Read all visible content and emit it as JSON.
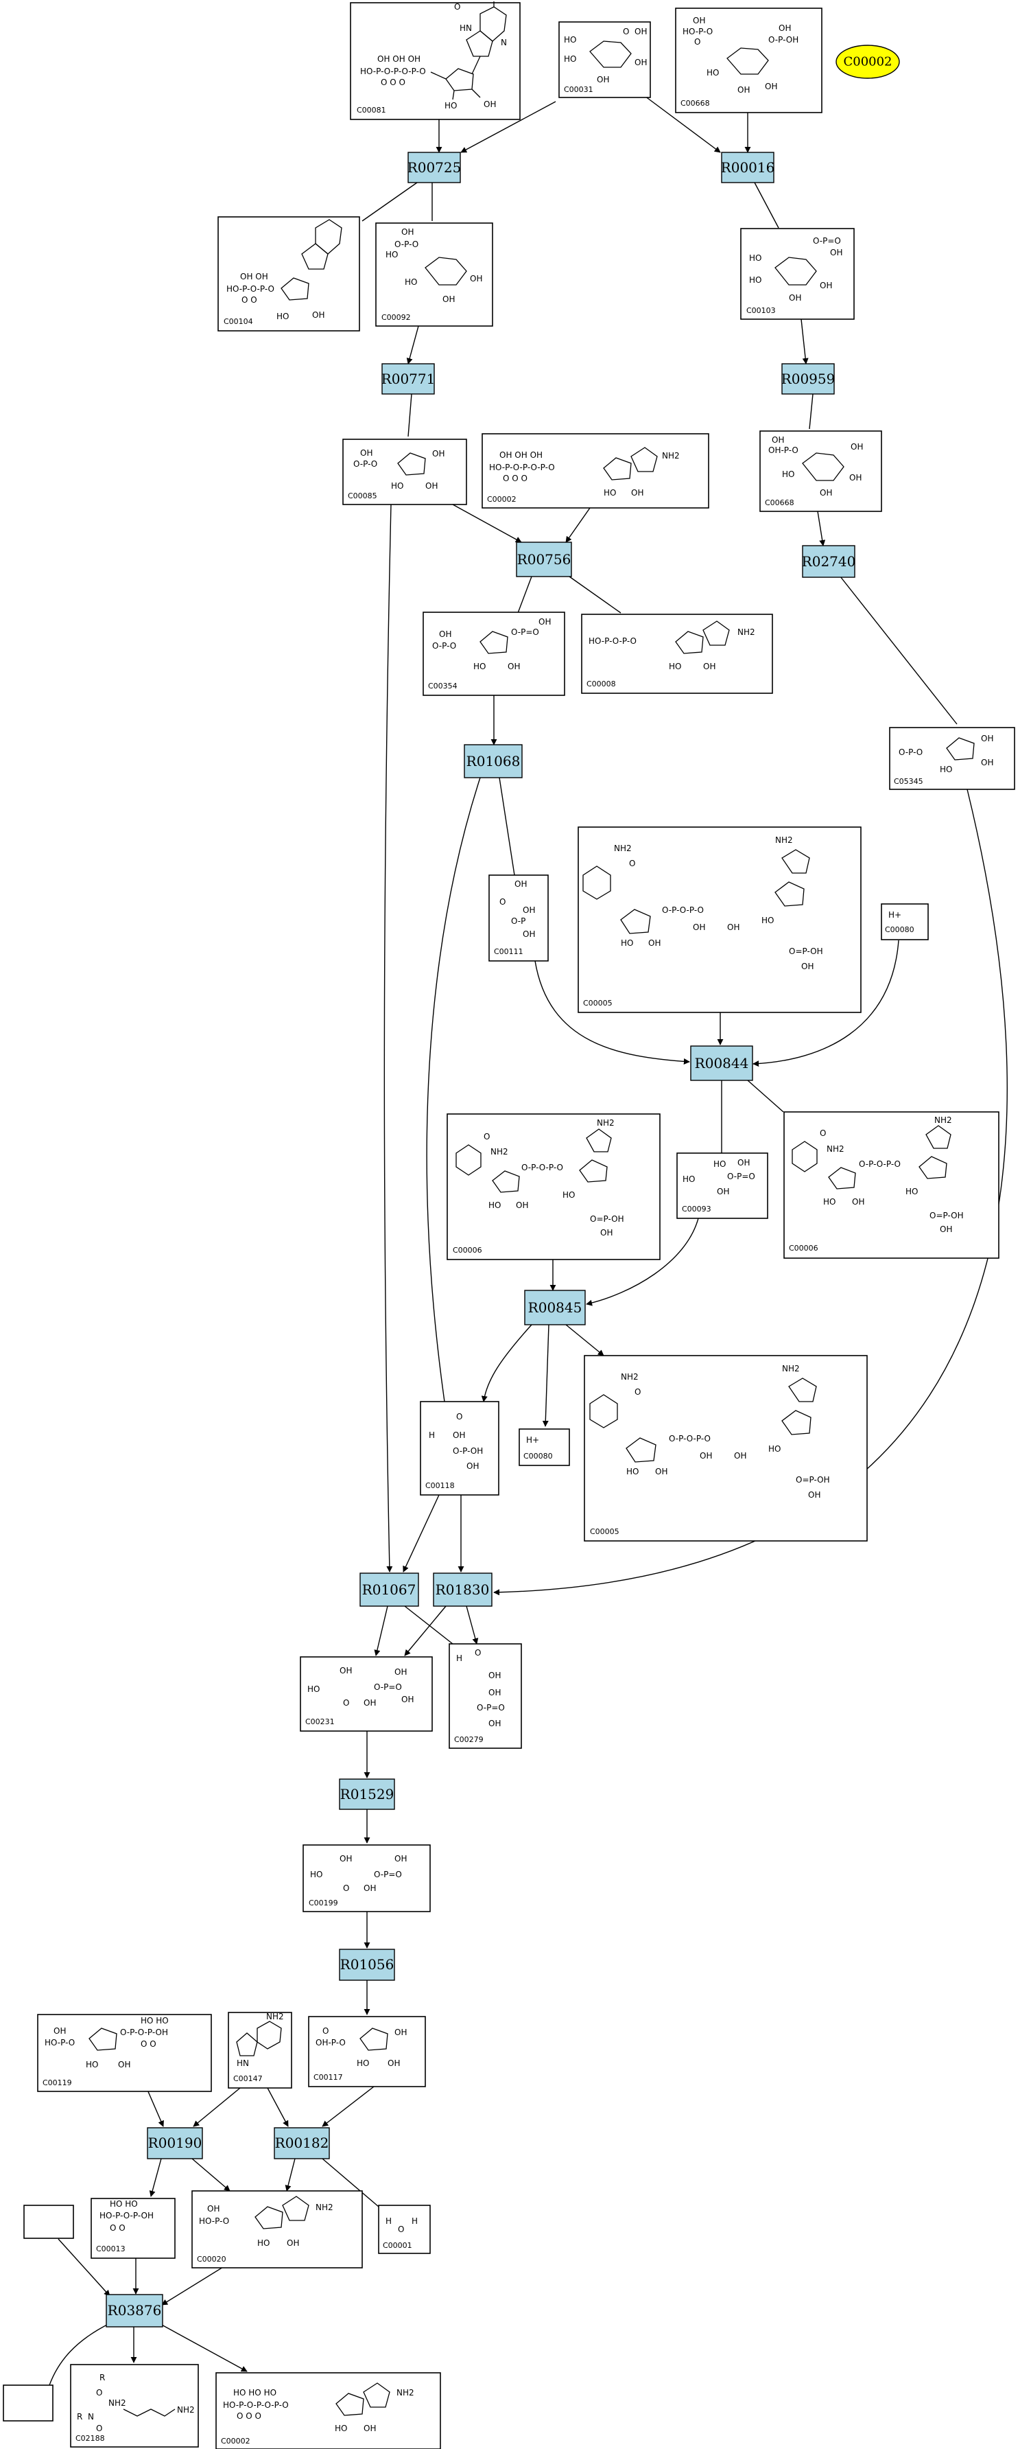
{
  "compounds": [
    {
      "id": "c1",
      "label": "C00081"
    },
    {
      "id": "c2",
      "label": "C00031"
    },
    {
      "id": "c3",
      "label": "C00668"
    },
    {
      "id": "c4",
      "label": "C00104"
    },
    {
      "id": "c5",
      "label": "C00092"
    },
    {
      "id": "c6",
      "label": "C00103"
    },
    {
      "id": "c7",
      "label": "C00085"
    },
    {
      "id": "c8",
      "label": "C00002"
    },
    {
      "id": "c9",
      "label": "C00668"
    },
    {
      "id": "c10",
      "label": "C00354"
    },
    {
      "id": "c11",
      "label": "C00008"
    },
    {
      "id": "c12",
      "label": "C05345"
    },
    {
      "id": "c13",
      "label": "C00111"
    },
    {
      "id": "c14",
      "label": "C00005"
    },
    {
      "id": "c15",
      "label": "C00080"
    },
    {
      "id": "c16",
      "label": "C00006"
    },
    {
      "id": "c17",
      "label": "C00093"
    },
    {
      "id": "c18",
      "label": "C00006"
    },
    {
      "id": "c19",
      "label": "C00118"
    },
    {
      "id": "c20",
      "label": "C00080"
    },
    {
      "id": "c21",
      "label": "C00005"
    },
    {
      "id": "c22",
      "label": "C00231"
    },
    {
      "id": "c23",
      "label": "C00279"
    },
    {
      "id": "c24",
      "label": "C00199"
    },
    {
      "id": "c25",
      "label": "C00119"
    },
    {
      "id": "c26",
      "label": "C00147"
    },
    {
      "id": "c27",
      "label": "C00117"
    },
    {
      "id": "c28",
      "label": "C00013"
    },
    {
      "id": "c29",
      "label": "C00020"
    },
    {
      "id": "c30",
      "label": "C00001"
    },
    {
      "id": "c31",
      "label": ""
    },
    {
      "id": "c32",
      "label": ""
    },
    {
      "id": "c33",
      "label": "C02188"
    },
    {
      "id": "c34",
      "label": "C00002"
    }
  ],
  "reactions": [
    {
      "id": "r1",
      "label": "R00725"
    },
    {
      "id": "r2",
      "label": "R00016"
    },
    {
      "id": "r3",
      "label": "R00771"
    },
    {
      "id": "r4",
      "label": "R00959"
    },
    {
      "id": "r5",
      "label": "R00756"
    },
    {
      "id": "r6",
      "label": "R02740"
    },
    {
      "id": "r7",
      "label": "R01068"
    },
    {
      "id": "r8",
      "label": "R00844"
    },
    {
      "id": "r9",
      "label": "R00845"
    },
    {
      "id": "r10",
      "label": "R01067"
    },
    {
      "id": "r11",
      "label": "R01830"
    },
    {
      "id": "r12",
      "label": "R01529"
    },
    {
      "id": "r13",
      "label": "R01056"
    },
    {
      "id": "r14",
      "label": "R00190"
    },
    {
      "id": "r15",
      "label": "R00182"
    },
    {
      "id": "r16",
      "label": "R03876"
    }
  ],
  "highlight": {
    "label": "C00002",
    "color": "#ffff00"
  },
  "colors": {
    "reaction": "#add8e6",
    "stroke": "#000000"
  },
  "structure_atoms": {
    "oh": "OH",
    "ho": "HO",
    "o": "O",
    "p": "P",
    "hn": "HN",
    "n": "N",
    "nh2": "NH2",
    "h": "H",
    "hplus": "H+",
    "r": "R"
  }
}
